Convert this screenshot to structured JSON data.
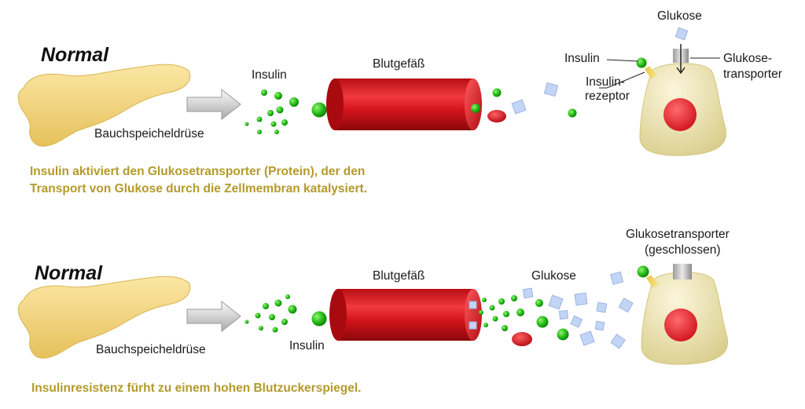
{
  "panels": [
    {
      "title": "Normal",
      "pancreas_label": "Bauchspeicheldrüse",
      "insulin_label": "Insulin",
      "vessel_label": "Blutgefäß",
      "glucose_label": "Glukose",
      "cell_insulin_label": "Insulin",
      "receptor_label_1": "Insulin-",
      "receptor_label_2": "rezeptor",
      "transporter_label_1": "Glukose-",
      "transporter_label_2": "transporter",
      "caption_line_1": "Insulin aktiviert den Glukosetransporter (Protein), der den",
      "caption_line_2": "Transport von Glukose durch die Zellmembran katalysiert."
    },
    {
      "title": "Normal",
      "pancreas_label": "Bauchspeicheldrüse",
      "insulin_label": "Insulin",
      "vessel_label": "Blutgefäß",
      "glucose_label": "Glukose",
      "transporter_closed_label_1": "Glukosetransporter",
      "transporter_closed_label_2": "(geschlossen)",
      "caption_line_1": "Insulinresistenz fürht zu einem hohen Blutzuckerspiegel."
    }
  ],
  "colors": {
    "pancreas": "#f3d479",
    "vessel": "#d4141c",
    "insulin": "#2ec21d",
    "glucose": "#c5d6f5",
    "cell": "#efe6b4",
    "nucleus": "#e8202a",
    "caption": "#b39a2a"
  }
}
